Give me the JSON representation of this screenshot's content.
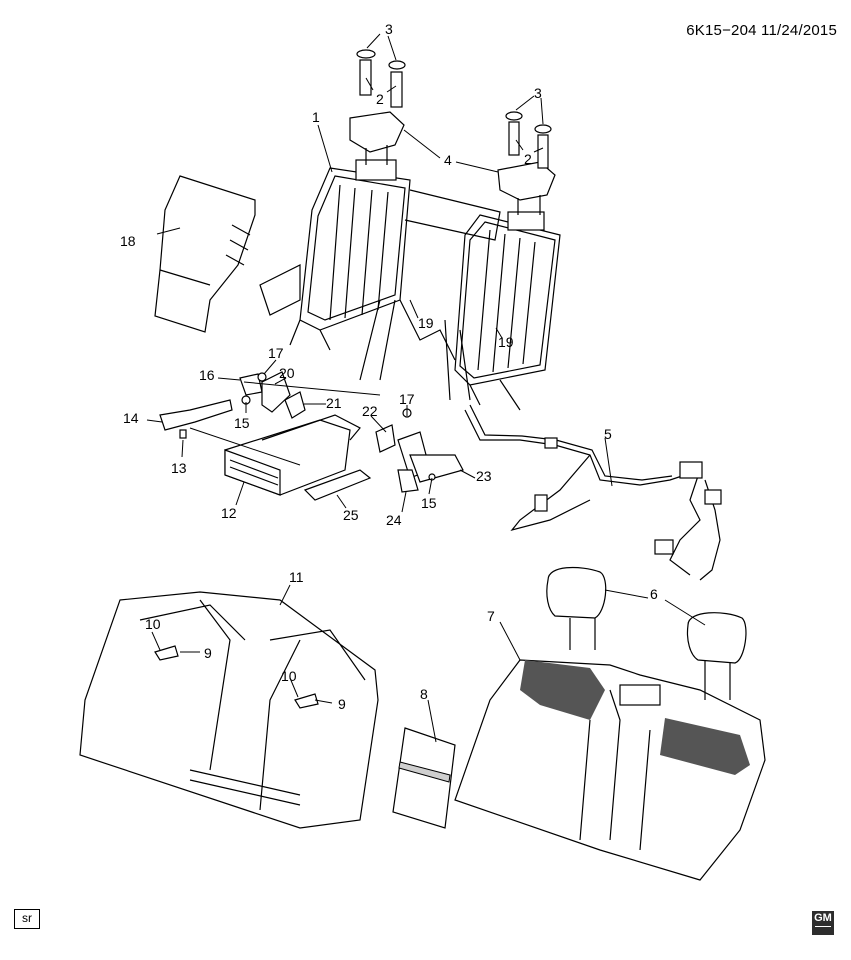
{
  "header": {
    "doc_id": "6K15−204  11/24/2015"
  },
  "footer": {
    "sr_label": "sr",
    "logo_text": "GM"
  },
  "callouts": {
    "c1": "1",
    "c2a": "2",
    "c2b": "2",
    "c3a": "3",
    "c3b": "3",
    "c4": "4",
    "c5": "5",
    "c6": "6",
    "c7": "7",
    "c8": "8",
    "c9a": "9",
    "c9b": "9",
    "c10a": "10",
    "c10b": "10",
    "c11": "11",
    "c12": "12",
    "c13": "13",
    "c14": "14",
    "c15a": "15",
    "c15b": "15",
    "c16": "16",
    "c17a": "17",
    "c17b": "17",
    "c18": "18",
    "c19a": "19",
    "c19b": "19",
    "c20": "20",
    "c21": "21",
    "c22": "22",
    "c23": "23",
    "c24": "24",
    "c25": "25"
  }
}
